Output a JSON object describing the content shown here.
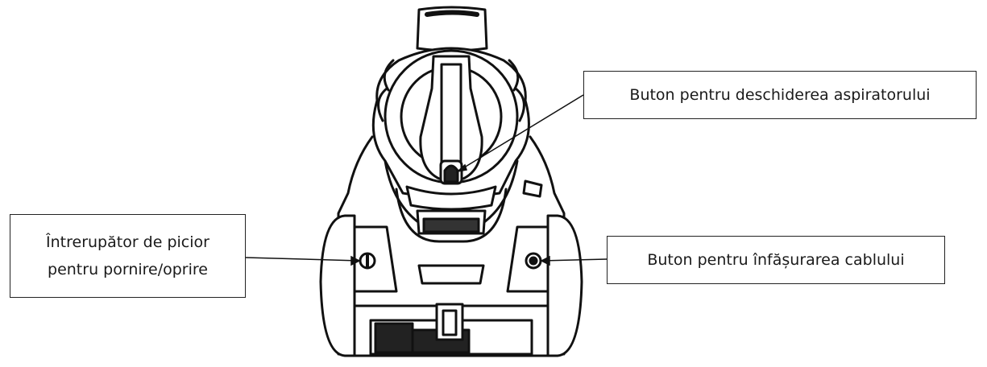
{
  "labels": {
    "open_button": "Buton pentru deschiderea aspiratorului",
    "foot_switch_line1": "Întrerupător de picior",
    "foot_switch_line2": "pentru pornire/oprire",
    "cable_rewind": "Buton pentru înfășurarea cablului"
  }
}
